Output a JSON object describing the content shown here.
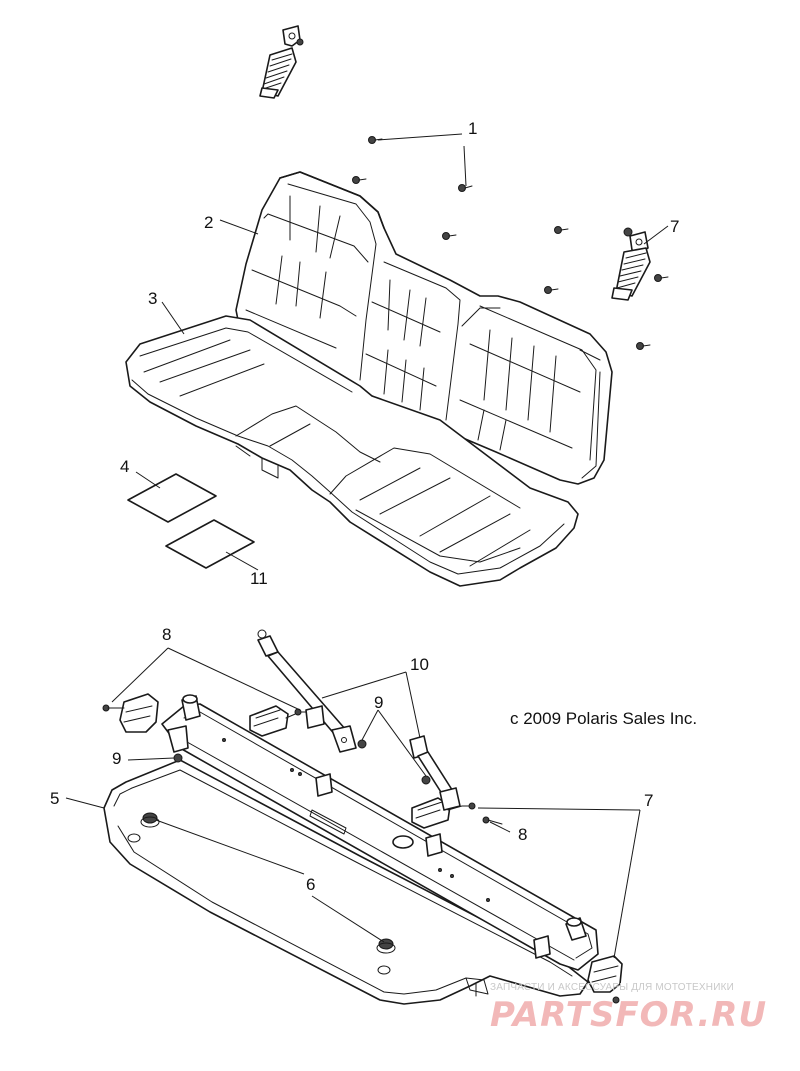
{
  "diagram": {
    "callouts": {
      "c1": "1",
      "c2": "2",
      "c3": "3",
      "c4": "4",
      "c5": "5",
      "c6": "6",
      "c7a": "7",
      "c7b": "7",
      "c8a": "8",
      "c8b": "8",
      "c9a": "9",
      "c9b": "9",
      "c10": "10",
      "c11": "11"
    },
    "copyright": "c 2009 Polaris Sales Inc."
  },
  "watermark": {
    "tagline": "ЗАПЧАСТИ И АКСЕССУАРЫ ДЛЯ МОТОТЕХНИКИ",
    "brand": "PARTSFOR.RU"
  }
}
